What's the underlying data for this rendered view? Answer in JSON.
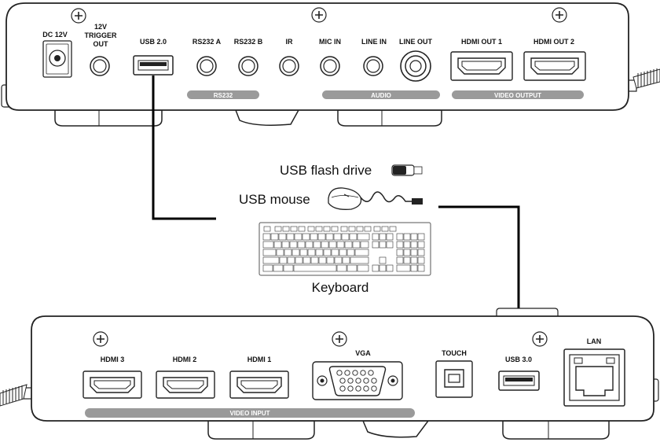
{
  "top_device": {
    "ports": {
      "dc12v": "DC 12V",
      "trigger_line1": "12V",
      "trigger_line2": "TRIGGER",
      "trigger_line3": "OUT",
      "usb20": "USB 2.0",
      "rs232a": "RS232 A",
      "rs232b": "RS232 B",
      "ir": "IR",
      "mic_in": "MIC IN",
      "line_in": "LINE IN",
      "line_out": "LINE OUT",
      "hdmi_out1": "HDMI OUT 1",
      "hdmi_out2": "HDMI OUT 2"
    },
    "groups": {
      "rs232": "RS232",
      "audio": "AUDIO",
      "video_output": "VIDEO OUTPUT"
    }
  },
  "peripherals": {
    "flash_drive": "USB flash drive",
    "mouse": "USB mouse",
    "keyboard": "Keyboard"
  },
  "bottom_device": {
    "ports": {
      "hdmi3": "HDMI 3",
      "hdmi2": "HDMI 2",
      "hdmi1": "HDMI 1",
      "vga": "VGA",
      "touch": "TOUCH",
      "usb30": "USB 3.0",
      "lan": "LAN"
    },
    "groups": {
      "video_input": "VIDEO INPUT"
    }
  },
  "colors": {
    "device_outline": "#222222",
    "group_bar": "#9a9a9a",
    "cable": "#000000"
  }
}
